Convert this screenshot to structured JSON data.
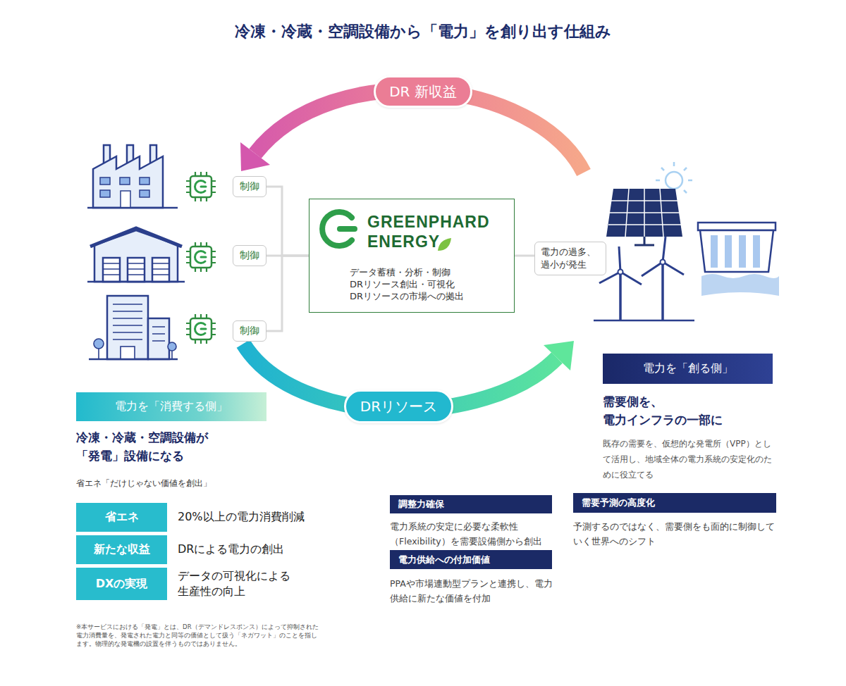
{
  "diagram": {
    "title": "冷凍・冷蔵・空調設備から「電力」を創り出す仕組み",
    "nodes": [
      {
        "text": [
          "DR 新収益"
        ]
      },
      {
        "text": [
          "制御"
        ]
      },
      {
        "text": [
          "GREENPHARD ENERGY",
          "データ蓄積・分析・制御",
          "DRリソース創出・可視化",
          "DRリソースの市場への拠出"
        ]
      },
      {
        "text": [
          "制御"
        ]
      },
      {
        "text": [
          "電力の過多、 過小が発生"
        ]
      },
      {
        "text": [
          "制御"
        ]
      },
      {
        "text": [
          "電力を「創る側」"
        ]
      },
      {
        "text": [
          "電力を「消費する側」"
        ]
      },
      {
        "text": [
          "DRリソース"
        ]
      },
      {
        "text": [
          "省エネ"
        ]
      },
      {
        "text": [
          "新たな収益"
        ]
      },
      {
        "text": [
          "DXの実現"
        ]
      },
      {
        "text": [
          "調整力確保"
        ]
      },
      {
        "text": [
          "需要予測の高度化"
        ]
      },
      {
        "text": [
          "電力供給への付加価値"
        ]
      }
    ],
    "edges": [
      {
        "from": 1,
        "to": 2,
        "arrow": "none"
      },
      {
        "from": 3,
        "to": 2,
        "arrow": "none"
      },
      {
        "from": 5,
        "to": 2,
        "arrow": "none"
      },
      {
        "from": 2,
        "to": 4,
        "arrow": "none"
      }
    ],
    "labels": [
      "需要側を、 電力インフラの一部に",
      "既存の需要を、仮想的な発電所（VPP）として活用し、地域全体の電力系統の安定化のために役立てる",
      "冷凍・冷蔵・空調設備が 「発電」設備になる",
      "省エネ「だけじゃない価値を創出」",
      "20%以上の電力消費削減",
      "DRによる電力の創出",
      "データの可視化による 生産性の向上",
      "電力系統の安定に必要な柔軟性 （Flexibility）を需要設備側から創出",
      "PPAや市場連動型プランと連携し、電力供給に新たな価値を付加",
      "予測するのではなく、需要側をも面的に制御していく世界へのシフト",
      "※本サービスにおける「発電」とは、DR（デマンドレスポンス）によって抑制された電力消費量を、発電された電力と同等の価値として扱う「ネガワット」のことを指します。物理的な発電機の設置を伴うものではありません。"
    ]
  }
}
